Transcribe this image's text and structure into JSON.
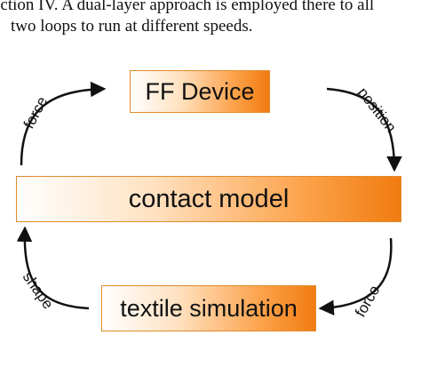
{
  "caption": {
    "line1": "ection IV. A dual-layer approach is employed there to all",
    "line2": "two loops to run at different speeds."
  },
  "diagram": {
    "nodes": {
      "ff_device": "FF Device",
      "contact_model": "contact model",
      "textile_simulation": "textile simulation"
    },
    "edges": {
      "force_top": "force",
      "position": "position",
      "force_bottom": "force",
      "shape": "shape"
    },
    "colors": {
      "box_gradient_start": "#ffffff",
      "box_gradient_end": "#f07c10",
      "box_border": "#e38a2c",
      "arrow": "#111111"
    }
  }
}
